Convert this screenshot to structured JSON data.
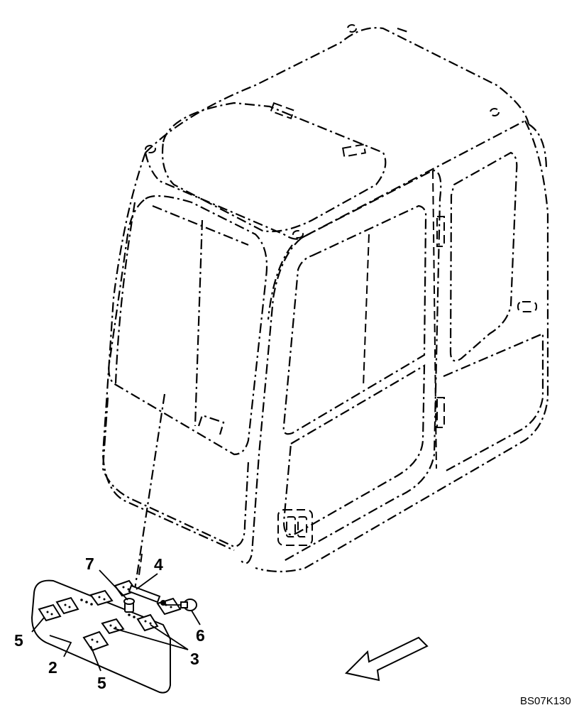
{
  "diagram": {
    "callouts": {
      "c2": "2",
      "c3": "3",
      "c4": "4",
      "c5a": "5",
      "c5b": "5",
      "c6": "6",
      "c7": "7"
    },
    "drawing_code": "BS07K130",
    "icons": {
      "direction_arrow": "front-direction-arrow",
      "cab": "operator-cab-outline"
    }
  }
}
